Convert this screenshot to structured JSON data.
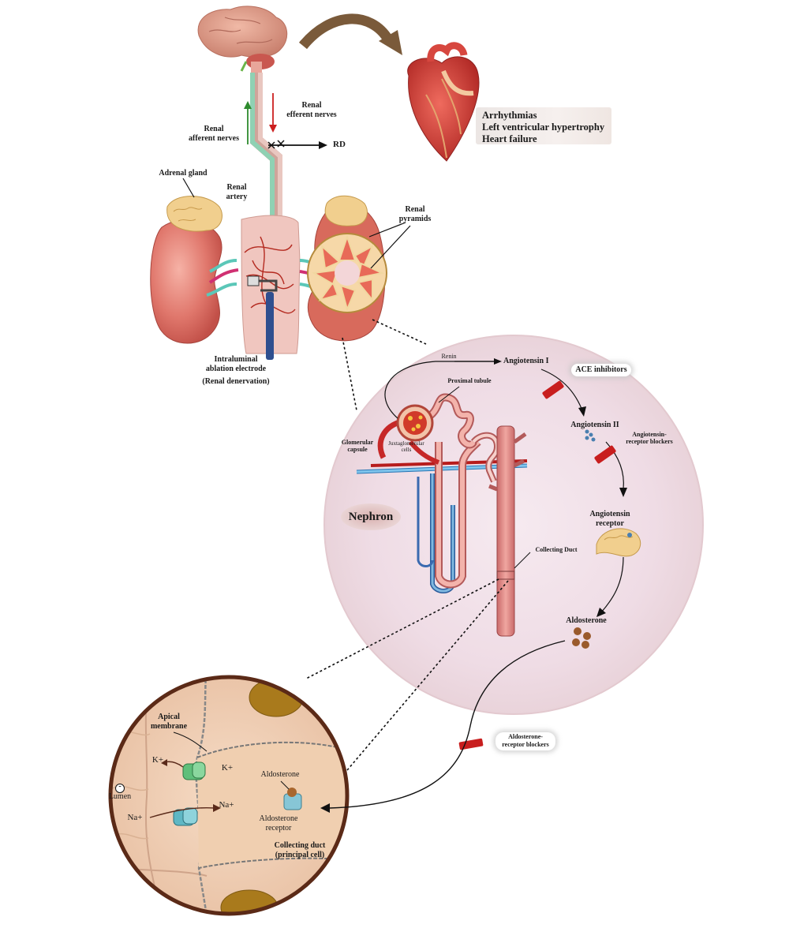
{
  "cns": {
    "afferent": "Renal\nafferent nerves",
    "efferent": "Renal\nefferent nerves",
    "rd": "RD"
  },
  "heart_effects": [
    "Arrhythmias",
    "Left ventricular hypertrophy",
    "Heart failure"
  ],
  "kidney": {
    "adrenal": "Adrenal gland",
    "artery": "Renal\nartery",
    "pyramids": "Renal\npyramids",
    "electrode": "Intraluminal\nablation electrode",
    "denervation": "(Renal denervation)"
  },
  "raas": {
    "renin": "Renin",
    "ang1": "Angiotensin I",
    "ace": "ACE inhibitors",
    "ang2": "Angiotensin II",
    "arb": "Angiotensin-\nreceptor blockers",
    "receptor": "Angiotensin\nreceptor",
    "aldosterone": "Aldosterone",
    "arb_aldo": "Aldosterone-\nreceptor blockers"
  },
  "nephron": {
    "title": "Nephron",
    "proximal": "Proximal tubule",
    "glomerular": "Glomerular\ncapsule",
    "juxta": "Juxtaglomerular\ncells",
    "collecting": "Collecting Duct"
  },
  "cell": {
    "apical": "Apical\nmembrane",
    "k_out": "K+",
    "k_in": "K+",
    "minus": "-",
    "lumen": "Lumen",
    "na_out": "Na+",
    "na_in": "Na+",
    "aldo": "Aldosterone",
    "aldo_receptor": "Aldosterone\nreceptor",
    "duct": "Collecting duct\n(principal cell)"
  },
  "colors": {
    "afferent_arrow": "#2e8b2e",
    "efferent_arrow": "#cc1f1f",
    "blocker": "#c81e1e",
    "circle_fill": "#f1dfe6",
    "cell_fill": "#f2d6bc"
  }
}
